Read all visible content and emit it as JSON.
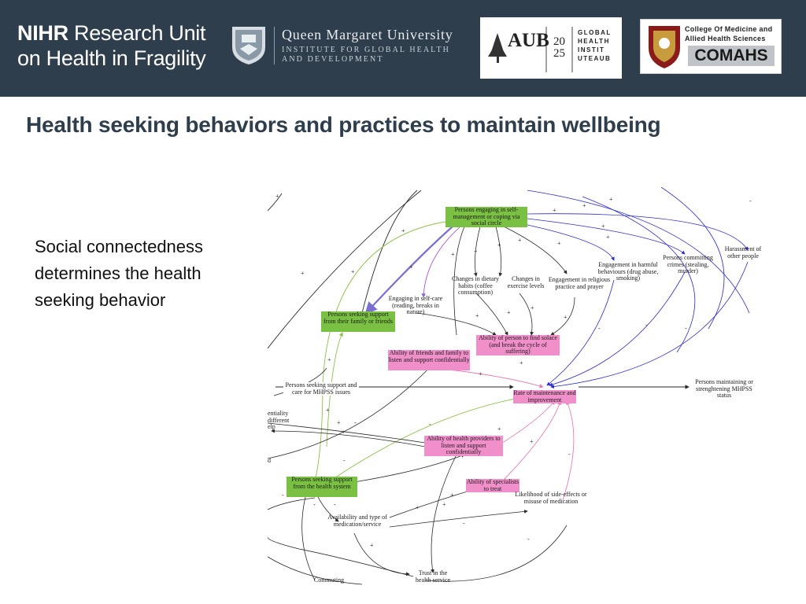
{
  "header": {
    "nihr_bold": "NIHR",
    "nihr_line1_rest": " Research Unit",
    "nihr_line2": "on Health in Fragility",
    "qmu_name": "Queen Margaret University",
    "qmu_sub": "INSTITUTE FOR GLOBAL HEALTH AND DEVELOPMENT",
    "aub_logo": "AUB",
    "aub_year_top": "20",
    "aub_year_bottom": "25",
    "aub_institute_lines": [
      "GLOBAL",
      "HEALTH",
      "INSTIT",
      "UTEAUB"
    ],
    "comahs_line1": "College Of Medicine and",
    "comahs_line2": "Allied Health Sciences",
    "comahs_acronym": "COMAHS"
  },
  "slide": {
    "title": "Health seeking behaviors and practices to maintain wellbeing",
    "side_text": "Social connectedness determines the health seeking behavior"
  },
  "diagram": {
    "nodes": {
      "engaging_self_mgmt": "Persons engaging in self-management or coping via social circle",
      "support_family": "Persons seeking support from their family or friends",
      "ability_friends": "Ability of friends and family to listen and support confidentially",
      "ability_solace": "Ability of person to find solace (and break the cycle of suffering)",
      "rate_maintenance": "Rate of maintenance and improvement",
      "ability_providers": "Ability of health providers to listen and support confidentially",
      "support_health_system": "Persons seeking support from the health system",
      "ability_specialists": "Ability of specialists to treat",
      "changes_diet": "Changes in dietary habits (coffee consumption)",
      "changes_exercise": "Changes in exercise levels",
      "religious": "Engagement in religious practice and prayer",
      "harmful": "Engagement in harmful behaviours (drug abuse, smoking)",
      "crimes": "Persons committing crimes (stealing, murder)",
      "harassment": "Harassment of other people",
      "self_care": "Engaging in self-care (reading, breaks in nature)",
      "seeking_mhpss": "Persons seeking support and care for MHPSS issues",
      "maintaining": "Persons maintaining or strenghtening MHPSS status",
      "availability": "Availability and type of medication/service",
      "side_effects": "Likelihood of side-effects or misuse of medication",
      "trust": "Trust in the health service",
      "commuting": "Commuting",
      "cut_confidentiality": "entiality different elp",
      "cut_d": "d"
    },
    "polarities": {
      "plus": "+",
      "minus": "-"
    }
  }
}
